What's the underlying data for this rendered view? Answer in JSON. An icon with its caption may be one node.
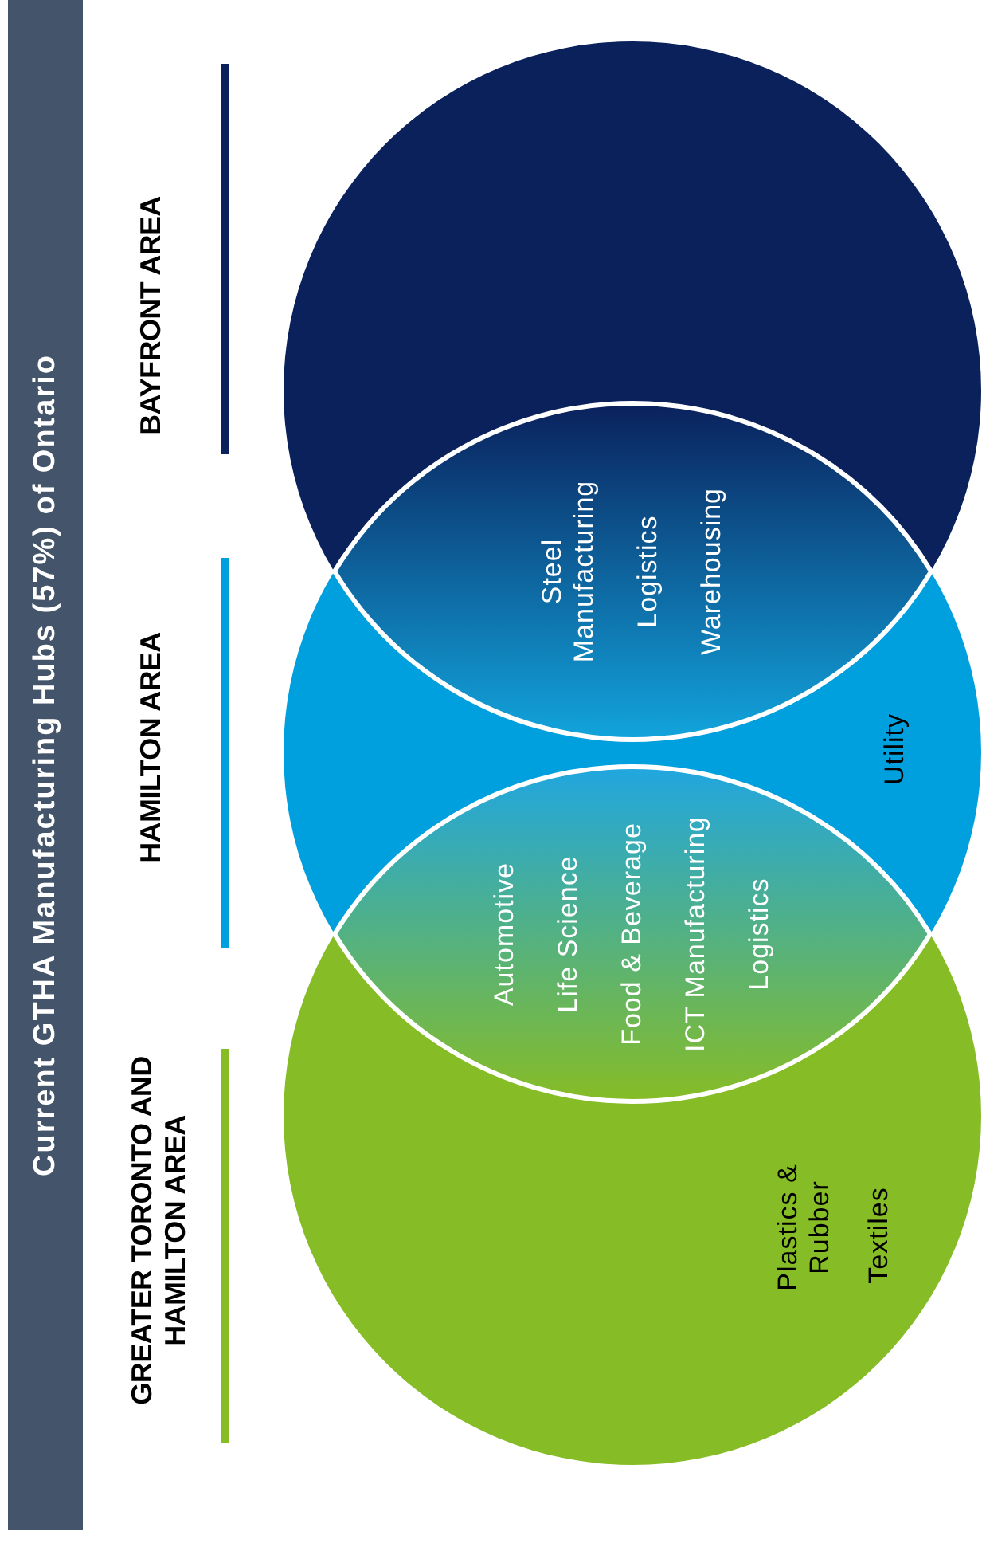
{
  "diagram": {
    "title": "Current GTHA Manufacturing Hubs (57%) of Ontario",
    "nodes": [
      {
        "text": [
          "BAYFRONT AREA"
        ]
      },
      {
        "text": [
          "HAMILTON AREA",
          "Utility"
        ]
      },
      {
        "text": [
          "GREATER TORONTO AND HAMILTON AREA",
          "Plastics & Rubber",
          "Textiles"
        ]
      },
      {
        "text": [
          "Steel Manufacturing",
          "Logistics",
          "Warehousing"
        ]
      },
      {
        "text": [
          "Automotive",
          "Life Science",
          "Food & Beverage",
          "ICT Manufacturing",
          "Logistics"
        ]
      }
    ],
    "edges": []
  }
}
